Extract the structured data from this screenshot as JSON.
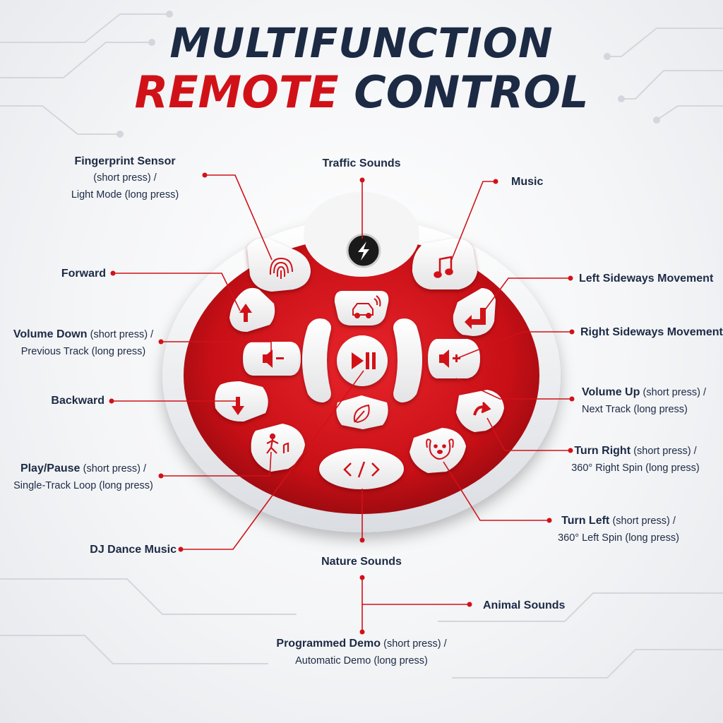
{
  "title": {
    "line1": "MULTIFUNCTION",
    "line2_red": "REMOTE",
    "line2_dark": "CONTROL"
  },
  "colors": {
    "accent_red": "#d01218",
    "navy": "#1c2a44",
    "button_white": "#f7f7f7"
  },
  "buttons": [
    {
      "name": "lightning-button",
      "icon": "lightning-icon"
    },
    {
      "name": "fingerprint-button",
      "icon": "fingerprint-icon"
    },
    {
      "name": "music-button",
      "icon": "music-note-icon"
    },
    {
      "name": "forward-button",
      "icon": "arrow-up-icon"
    },
    {
      "name": "traffic-button",
      "icon": "car-icon"
    },
    {
      "name": "left-sideways-button",
      "icon": "left-sideways-arrow-icon"
    },
    {
      "name": "volume-down-button",
      "icon": "volume-down-icon"
    },
    {
      "name": "play-pause-button",
      "icon": "play-pause-icon"
    },
    {
      "name": "volume-up-button",
      "icon": "volume-up-icon"
    },
    {
      "name": "backward-button",
      "icon": "arrow-down-icon"
    },
    {
      "name": "nature-button",
      "icon": "leaf-icon"
    },
    {
      "name": "turn-right-button",
      "icon": "turn-right-arrow-icon"
    },
    {
      "name": "dj-dance-button",
      "icon": "dancer-icon"
    },
    {
      "name": "demo-button",
      "icon": "code-icon"
    },
    {
      "name": "animal-button",
      "icon": "dog-icon"
    }
  ],
  "labels": {
    "fingerprint": {
      "main": "Fingerprint Sensor",
      "line2": "(short press) /",
      "line3": "Light Mode (long press)"
    },
    "traffic": {
      "main": "Traffic Sounds"
    },
    "music": {
      "main": "Music"
    },
    "forward": {
      "main": "Forward"
    },
    "left_sideways": {
      "main": "Left Sideways Movement"
    },
    "volume_down": {
      "main": "Volume Down",
      "note": "(short press) /",
      "line2": "Previous Track (long press)"
    },
    "right_sideways": {
      "main": "Right Sideways Movement"
    },
    "volume_up": {
      "main": "Volume Up",
      "note": "(short press) /",
      "line2": "Next Track (long press)"
    },
    "backward": {
      "main": "Backward"
    },
    "turn_right": {
      "main": "Turn Right",
      "note": "(short press) /",
      "line2": "360° Right Spin (long press)"
    },
    "play_pause": {
      "main": "Play/Pause",
      "note": "(short press) /",
      "line2": "Single-Track Loop (long press)"
    },
    "turn_left": {
      "main": "Turn Left",
      "note": "(short press) /",
      "line2": "360° Left Spin (long press)"
    },
    "dj_dance": {
      "main": "DJ Dance Music"
    },
    "nature": {
      "main": "Nature Sounds"
    },
    "animal": {
      "main": "Animal Sounds"
    },
    "demo": {
      "main": "Programmed Demo",
      "note": "(short press) /",
      "line2": "Automatic Demo (long press)"
    }
  }
}
